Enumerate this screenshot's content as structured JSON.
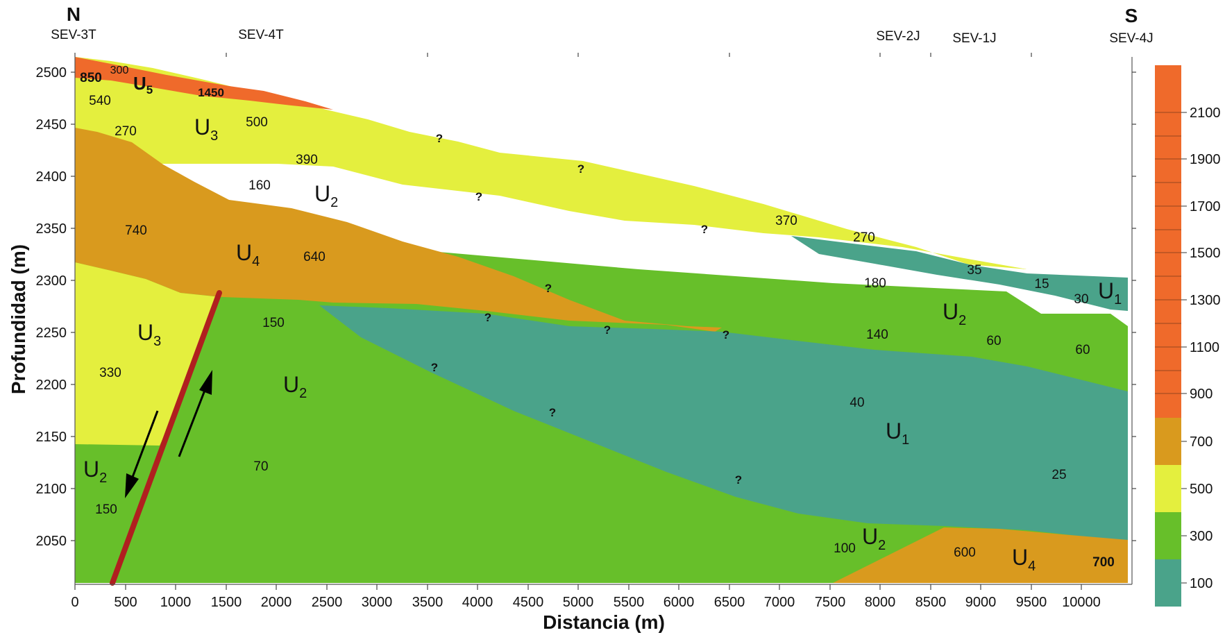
{
  "header": {
    "north": "N",
    "south": "S",
    "sev_labels": [
      "SEV-3T",
      "SEV-4T",
      "SEV-2J",
      "SEV-1J",
      "SEV-4J"
    ]
  },
  "axes": {
    "ylabel": "Profundidad (m)",
    "xlabel": "Distancia (m)",
    "y_ticks": [
      "2500",
      "2450",
      "2400",
      "2350",
      "2300",
      "2250",
      "2200",
      "2150",
      "2100",
      "2050"
    ],
    "x_ticks": [
      "0",
      "500",
      "1000",
      "1500",
      "2000",
      "2500",
      "3000",
      "3500",
      "4000",
      "4500",
      "5000",
      "5500",
      "6000",
      "6500",
      "7000",
      "7500",
      "8000",
      "8500",
      "9000",
      "9500",
      "10000"
    ]
  },
  "units": {
    "u1": "U",
    "u1_sub": "1",
    "u2": "U",
    "u2_sub": "2",
    "u3": "U",
    "u3_sub": "3",
    "u4": "U",
    "u4_sub": "4",
    "u5": "U",
    "u5_sub": "5"
  },
  "resistivity_values": [
    "850",
    "300",
    "1450",
    "540",
    "500",
    "270",
    "390",
    "160",
    "740",
    "640",
    "370",
    "270",
    "180",
    "35",
    "15",
    "30",
    "150",
    "140",
    "60",
    "60",
    "330",
    "40",
    "25",
    "70",
    "150",
    "100",
    "600",
    "700"
  ],
  "uncertainty_mark": "?",
  "colorbar": {
    "ticks": [
      "2100",
      "1900",
      "1700",
      "1500",
      "1300",
      "1100",
      "900",
      "700",
      "500",
      "300",
      "100"
    ],
    "colors": {
      "u1_teal": "#4aa38a",
      "u2_green": "#67bf2a",
      "u3_yellow": "#e4ef3e",
      "u4_ochre": "#d99a1e",
      "u5_orange": "#ef6a2b"
    }
  },
  "fault": {
    "color": "#b01f1f"
  }
}
